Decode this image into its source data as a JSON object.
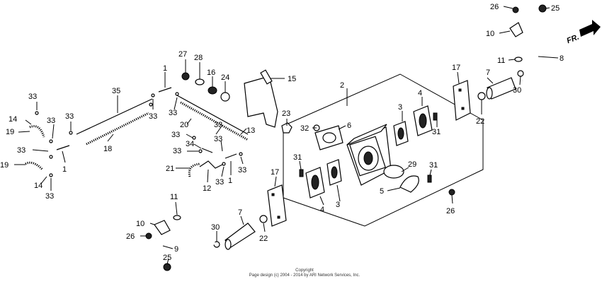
{
  "direction_label": "FR.",
  "callouts": [
    {
      "id": "c26-top",
      "text": "26"
    },
    {
      "id": "c25-top",
      "text": "25"
    },
    {
      "id": "c10-top",
      "text": "10"
    },
    {
      "id": "c8",
      "text": "8"
    },
    {
      "id": "c11-top",
      "text": "11"
    },
    {
      "id": "c7-top",
      "text": "7"
    },
    {
      "id": "c30-top",
      "text": "30"
    },
    {
      "id": "c17-top",
      "text": "17"
    },
    {
      "id": "c22-top",
      "text": "22"
    },
    {
      "id": "c2",
      "text": "2"
    },
    {
      "id": "c3-a",
      "text": "3"
    },
    {
      "id": "c4-a",
      "text": "4"
    },
    {
      "id": "c31-a",
      "text": "31"
    },
    {
      "id": "c6",
      "text": "6"
    },
    {
      "id": "c32",
      "text": "32"
    },
    {
      "id": "c23",
      "text": "23"
    },
    {
      "id": "c15",
      "text": "15"
    },
    {
      "id": "c27",
      "text": "27"
    },
    {
      "id": "c28",
      "text": "28"
    },
    {
      "id": "c16",
      "text": "16"
    },
    {
      "id": "c24",
      "text": "24"
    },
    {
      "id": "c1-a",
      "text": "1"
    },
    {
      "id": "c35",
      "text": "35"
    },
    {
      "id": "c33-a",
      "text": "33"
    },
    {
      "id": "c33-b",
      "text": "33"
    },
    {
      "id": "c33-c",
      "text": "33"
    },
    {
      "id": "c33-d",
      "text": "33"
    },
    {
      "id": "c33-e",
      "text": "33"
    },
    {
      "id": "c14-a",
      "text": "14"
    },
    {
      "id": "c19-a",
      "text": "19"
    },
    {
      "id": "c18",
      "text": "18"
    },
    {
      "id": "c20",
      "text": "20"
    },
    {
      "id": "c13",
      "text": "13"
    },
    {
      "id": "c33-f",
      "text": "33"
    },
    {
      "id": "c34",
      "text": "34"
    },
    {
      "id": "c33-g",
      "text": "33"
    },
    {
      "id": "c33-h",
      "text": "33"
    },
    {
      "id": "c33-i",
      "text": "33"
    },
    {
      "id": "c21",
      "text": "21"
    },
    {
      "id": "c12",
      "text": "12"
    },
    {
      "id": "c33-j",
      "text": "33"
    },
    {
      "id": "c1-b",
      "text": "1"
    },
    {
      "id": "c33-k",
      "text": "33"
    },
    {
      "id": "c1-c",
      "text": "1"
    },
    {
      "id": "c19-b",
      "text": "19"
    },
    {
      "id": "c14-b",
      "text": "14"
    },
    {
      "id": "c33-l",
      "text": "33"
    },
    {
      "id": "c33-m",
      "text": "33"
    },
    {
      "id": "c17-b",
      "text": "17"
    },
    {
      "id": "c31-b",
      "text": "31"
    },
    {
      "id": "c4-b",
      "text": "4"
    },
    {
      "id": "c3-b",
      "text": "3"
    },
    {
      "id": "c29",
      "text": "29"
    },
    {
      "id": "c5",
      "text": "5"
    },
    {
      "id": "c31-c",
      "text": "31"
    },
    {
      "id": "c26-b",
      "text": "26"
    },
    {
      "id": "c11-b",
      "text": "11"
    },
    {
      "id": "c10-b",
      "text": "10"
    },
    {
      "id": "c26-c",
      "text": "26"
    },
    {
      "id": "c9",
      "text": "9"
    },
    {
      "id": "c25-b",
      "text": "25"
    },
    {
      "id": "c7-b",
      "text": "7"
    },
    {
      "id": "c30-b",
      "text": "30"
    },
    {
      "id": "c22-b",
      "text": "22"
    }
  ],
  "copyright": {
    "line1": "Copyright",
    "line2": "Page design (c) 2004 - 2014 by ARI Network Services, Inc."
  }
}
